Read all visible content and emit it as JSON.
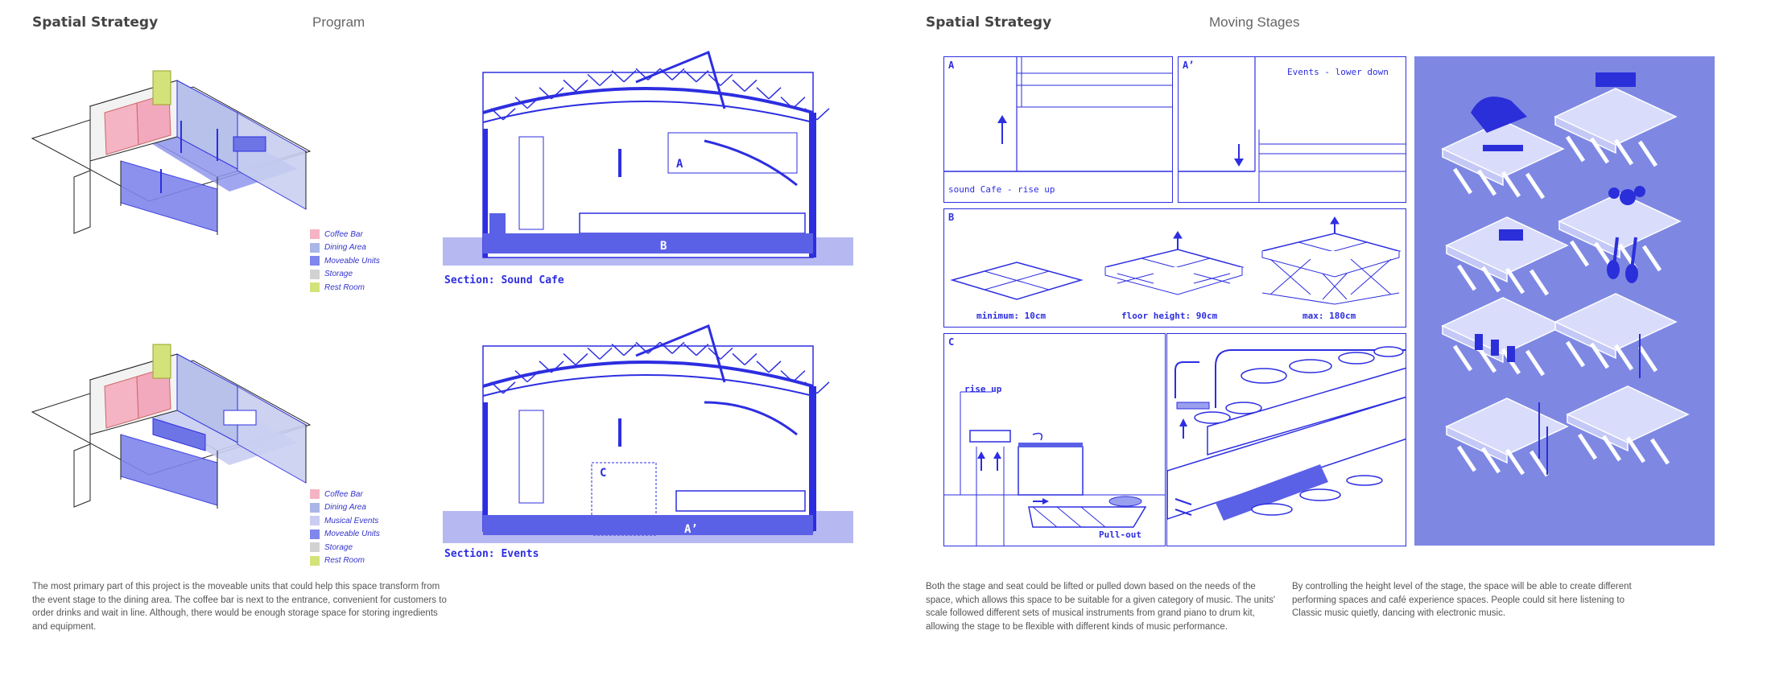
{
  "left_page": {
    "title": "Spatial Strategy",
    "subtitle": "Program",
    "section_sound": "Section: Sound Cafe",
    "section_events": "Section: Events",
    "section_marks": {
      "a": "A",
      "b": "B",
      "c": "C",
      "a_prime": "A’"
    },
    "legend_top": [
      {
        "label": "Coffee Bar",
        "color": "#f4b4c4"
      },
      {
        "label": "Dining Area",
        "color": "#aab6e6"
      },
      {
        "label": "Moveable Units",
        "color": "#7f86ec"
      },
      {
        "label": "Storage",
        "color": "#d2d2d2"
      },
      {
        "label": "Rest Room",
        "color": "#d4e27a"
      }
    ],
    "legend_bottom": [
      {
        "label": "Coffee Bar",
        "color": "#f4b4c4"
      },
      {
        "label": "Dining Area",
        "color": "#aab6e6"
      },
      {
        "label": "Musical Events",
        "color": "#c9cdf2"
      },
      {
        "label": "Moveable Units",
        "color": "#7f86ec"
      },
      {
        "label": "Storage",
        "color": "#d2d2d2"
      },
      {
        "label": "Rest Room",
        "color": "#d4e27a"
      }
    ],
    "body_text": "The most primary part of this project is the moveable units that could help this space transform from the event stage to the dining area. The coffee bar is next to the entrance, convenient for customers to order drinks and wait in line. Although, there would be enough storage space for storing ingredients and equipment."
  },
  "right_page": {
    "title": "Spatial Strategy",
    "subtitle": "Moving Stages",
    "panel_a": {
      "label": "A",
      "caption": "sound Cafe - rise up"
    },
    "panel_a_prime": {
      "label": "A’",
      "caption": "Events - lower down"
    },
    "panel_b": {
      "label": "B",
      "captions": [
        "minimum: 10cm",
        "floor height: 90cm",
        "max: 180cm"
      ]
    },
    "panel_c": {
      "label": "C",
      "rise_caption": "rise up",
      "pull_caption": "Pull-out"
    },
    "body_text_1": "Both the stage and seat could be lifted or pulled down based on the needs of the space, which allows this space to be suitable for a given category of music. The units' scale followed different sets of musical instruments from grand piano to drum kit, allowing the stage to be flexible with different kinds of music performance.",
    "body_text_2": "By controlling the height level of the stage, the space will be able to create different performing spaces and café experience spaces. People could sit here listening to Classic music quietly, dancing with electronic music."
  },
  "colors": {
    "accent": "#2d2ee0",
    "render_bg": "#7e88e3",
    "pink": "#f4b4c4",
    "dining": "#aab6e6",
    "units": "#7f86ec"
  }
}
